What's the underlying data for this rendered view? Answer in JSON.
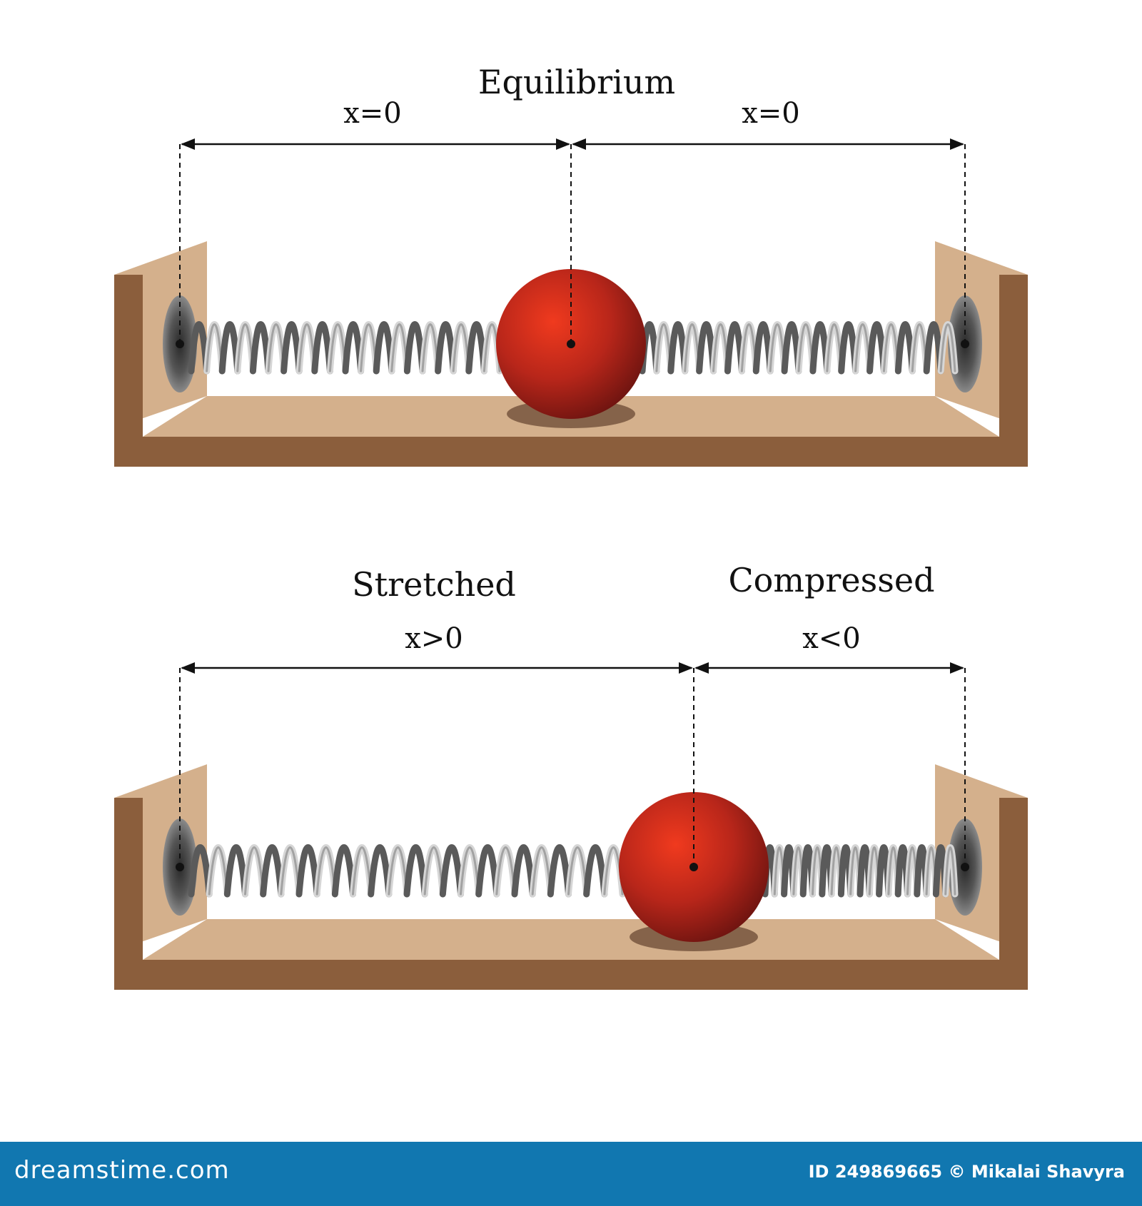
{
  "top": {
    "title": "Equilibrium",
    "left_label": "x=0",
    "right_label": "x=0"
  },
  "bottom": {
    "left_title": "Stretched",
    "left_label": "x>0",
    "right_title": "Compressed",
    "right_label": "x<0"
  },
  "footer": {
    "brand": "dreamstime.com",
    "credit": "ID 249869665 © Mikalai Shavyra"
  },
  "colors": {
    "wood_light": "#d4b08c",
    "wood_dark": "#8b5e3c",
    "ball": "#c0281a",
    "spring": "#9a9a9a",
    "footer": "#1177b0"
  }
}
